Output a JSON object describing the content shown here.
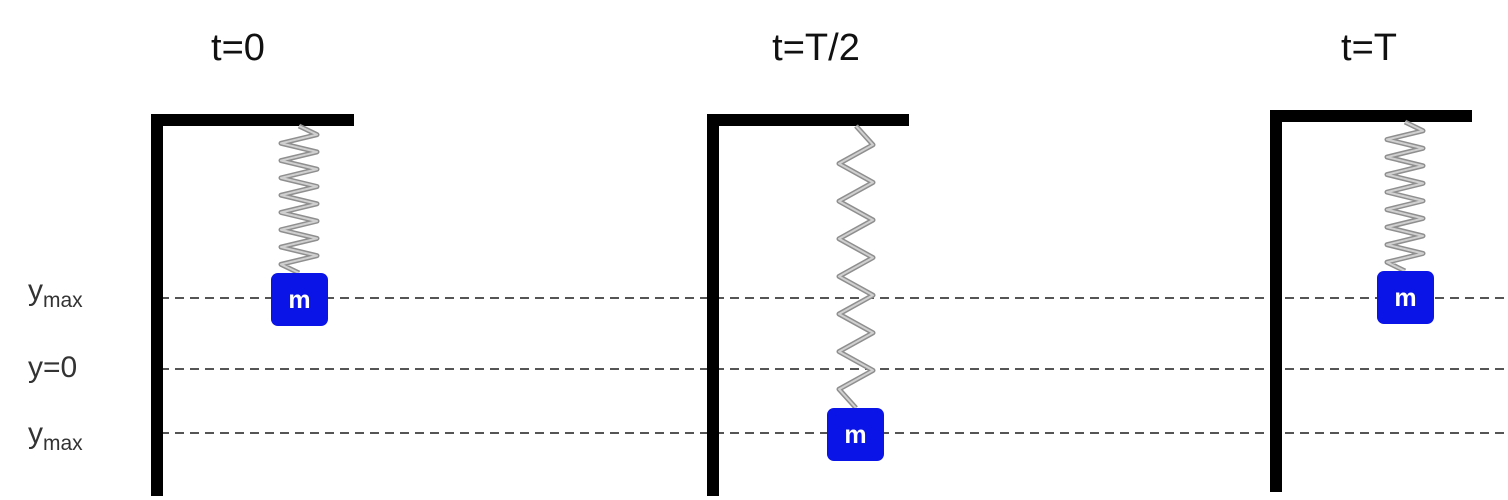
{
  "title": "",
  "frames": [
    {
      "label": "t=0",
      "mass_label": "m",
      "mass_position": "y_max (upper)"
    },
    {
      "label": "t=T/2",
      "mass_label": "m",
      "mass_position": "y_max (lower)"
    },
    {
      "label": "t=T",
      "mass_label": "m",
      "mass_position": "y_max (upper)"
    }
  ],
  "reference_lines": [
    {
      "base": "y",
      "sub": "max",
      "style": "dashed"
    },
    {
      "base": "y=0",
      "sub": "",
      "style": "dashed"
    },
    {
      "base": "y",
      "sub": "max",
      "style": "dashed"
    }
  ],
  "colors": {
    "mass_fill": "#0a14e6",
    "mass_text": "#ffffff",
    "support": "#000000",
    "spring": "#9a9a9a",
    "dashed_line": "#555555",
    "background": "#ffffff"
  }
}
